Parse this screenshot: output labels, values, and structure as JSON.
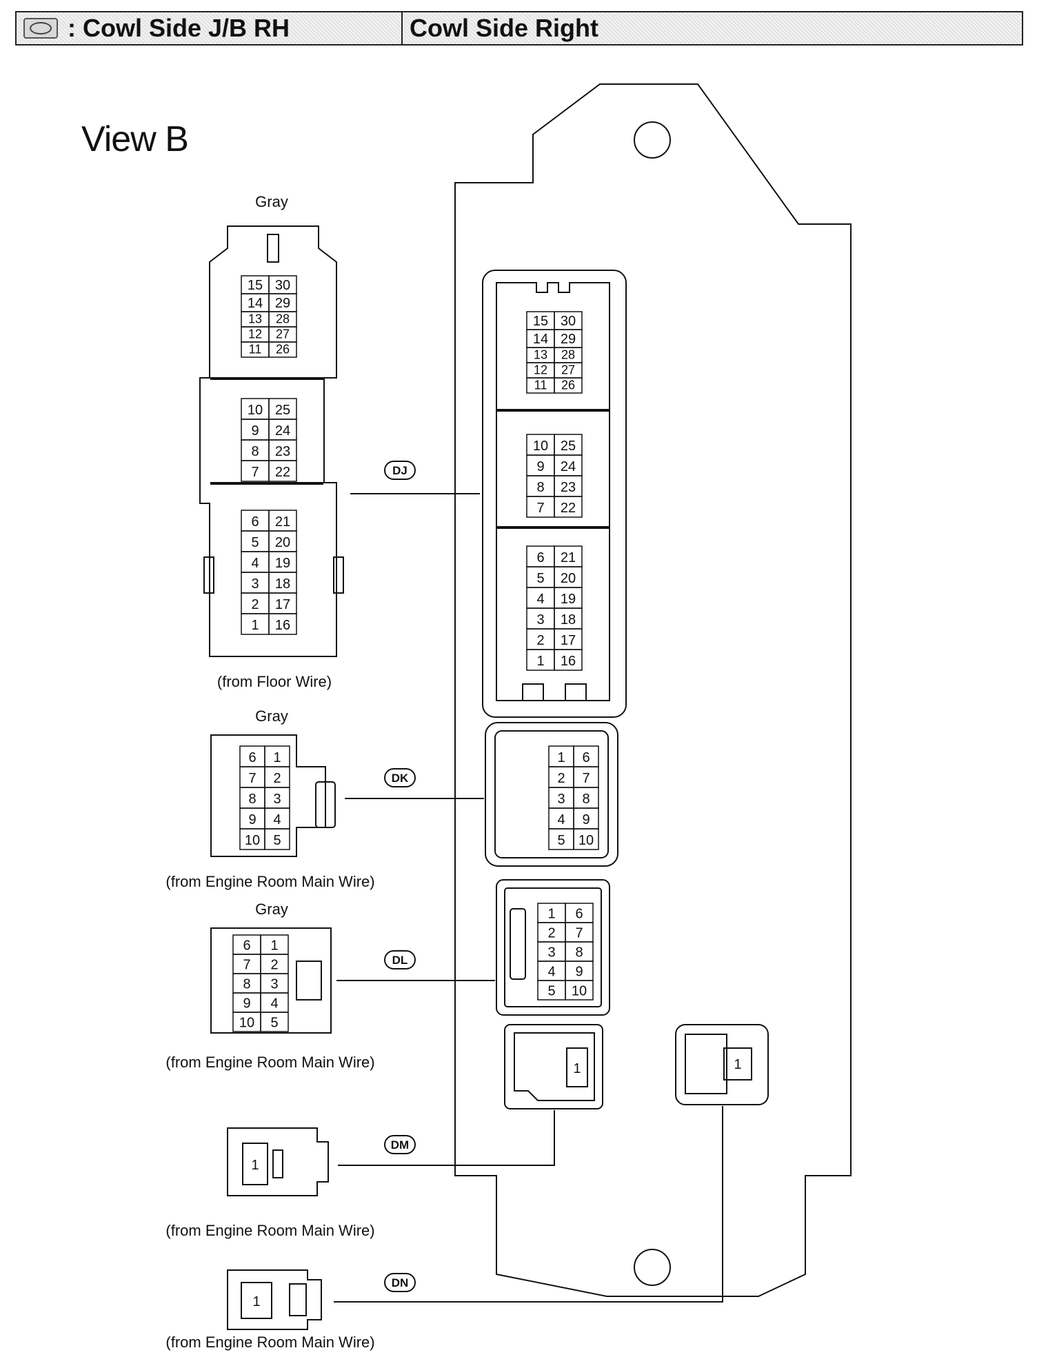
{
  "header": {
    "symbol_icon": "oval-connector-icon",
    "jb_label": ": Cowl Side J/B RH",
    "location_label": "Cowl Side Right"
  },
  "view": {
    "title": "View B"
  },
  "connectors": [
    {
      "code": "DJ",
      "color": "Gray",
      "source": "(from Floor Wire)",
      "sections": [
        [
          [
            "15",
            "30"
          ],
          [
            "14",
            "29"
          ],
          [
            "13",
            "28"
          ],
          [
            "12",
            "27"
          ],
          [
            "11",
            "26"
          ]
        ],
        [
          [
            "10",
            "25"
          ],
          [
            "9",
            "24"
          ],
          [
            "8",
            "23"
          ],
          [
            "7",
            "22"
          ]
        ],
        [
          [
            "6",
            "21"
          ],
          [
            "5",
            "20"
          ],
          [
            "4",
            "19"
          ],
          [
            "3",
            "18"
          ],
          [
            "2",
            "17"
          ],
          [
            "1",
            "16"
          ]
        ]
      ]
    },
    {
      "code": "DK",
      "color": "Gray",
      "source": "(from Engine Room Main Wire)",
      "pins_left": [
        [
          "6",
          "1"
        ],
        [
          "7",
          "2"
        ],
        [
          "8",
          "3"
        ],
        [
          "9",
          "4"
        ],
        [
          "10",
          "5"
        ]
      ],
      "pins_jb": [
        [
          "1",
          "6"
        ],
        [
          "2",
          "7"
        ],
        [
          "3",
          "8"
        ],
        [
          "4",
          "9"
        ],
        [
          "5",
          "10"
        ]
      ]
    },
    {
      "code": "DL",
      "color": "Gray",
      "source": "(from Engine Room Main Wire)",
      "pins_left": [
        [
          "6",
          "1"
        ],
        [
          "7",
          "2"
        ],
        [
          "8",
          "3"
        ],
        [
          "9",
          "4"
        ],
        [
          "10",
          "5"
        ]
      ],
      "pins_jb": [
        [
          "1",
          "6"
        ],
        [
          "2",
          "7"
        ],
        [
          "3",
          "8"
        ],
        [
          "4",
          "9"
        ],
        [
          "5",
          "10"
        ]
      ]
    },
    {
      "code": "DM",
      "source": "(from Engine Room Main Wire)",
      "pin": "1"
    },
    {
      "code": "DN",
      "source": "(from Engine Room Main Wire)",
      "pin": "1"
    }
  ]
}
